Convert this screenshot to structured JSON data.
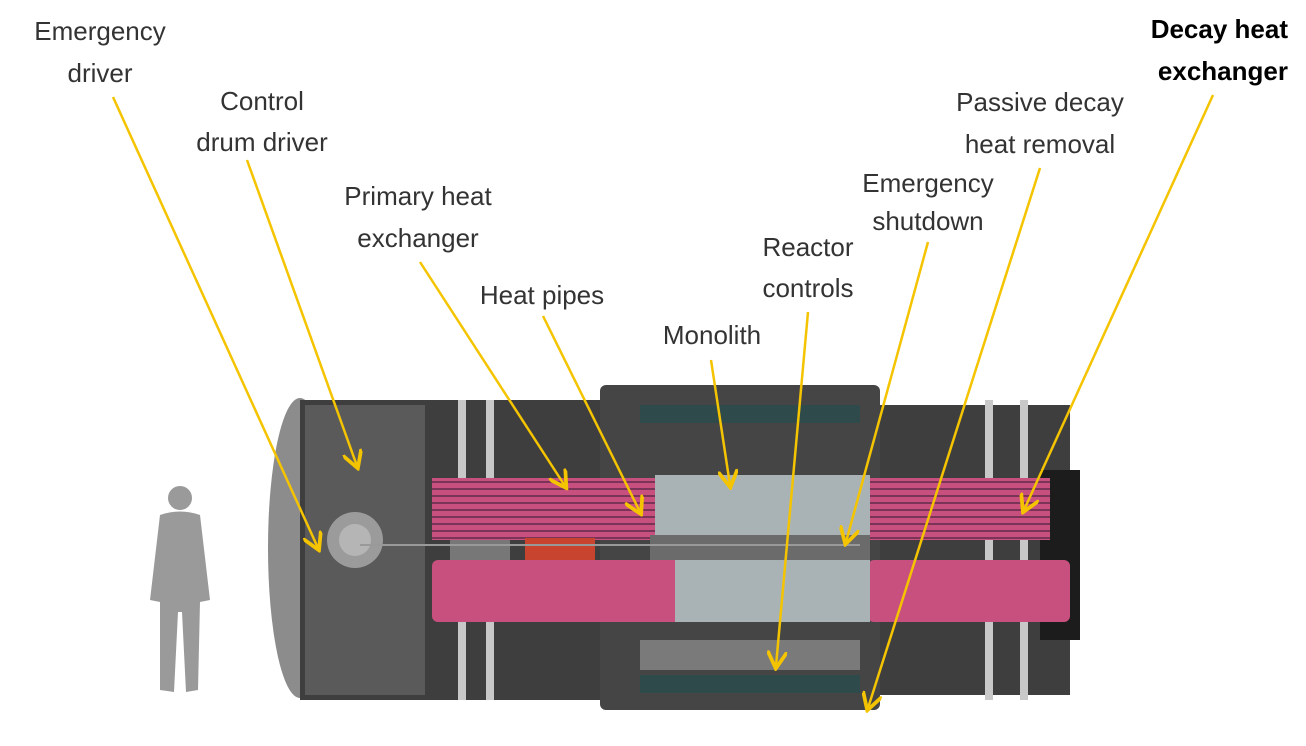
{
  "colors": {
    "arrow": "#F5C400",
    "pink": "#C8507E",
    "monolith": "#A9B3B6",
    "shell": "#4a4a4a",
    "person": "#9a9a9a"
  },
  "labels": {
    "emergency_driver": [
      "Emergency",
      "driver"
    ],
    "control_drum_driver": [
      "Control",
      "drum driver"
    ],
    "primary_heat_exchanger": [
      "Primary heat",
      "exchanger"
    ],
    "heat_pipes": [
      "Heat pipes"
    ],
    "monolith": [
      "Monolith"
    ],
    "reactor_controls": [
      "Reactor",
      "controls"
    ],
    "emergency_shutdown": [
      "Emergency",
      "shutdown"
    ],
    "passive_decay_heat_removal": [
      "Passive decay",
      "heat removal"
    ],
    "decay_heat_exchanger": [
      "Decay heat",
      "exchanger"
    ]
  }
}
